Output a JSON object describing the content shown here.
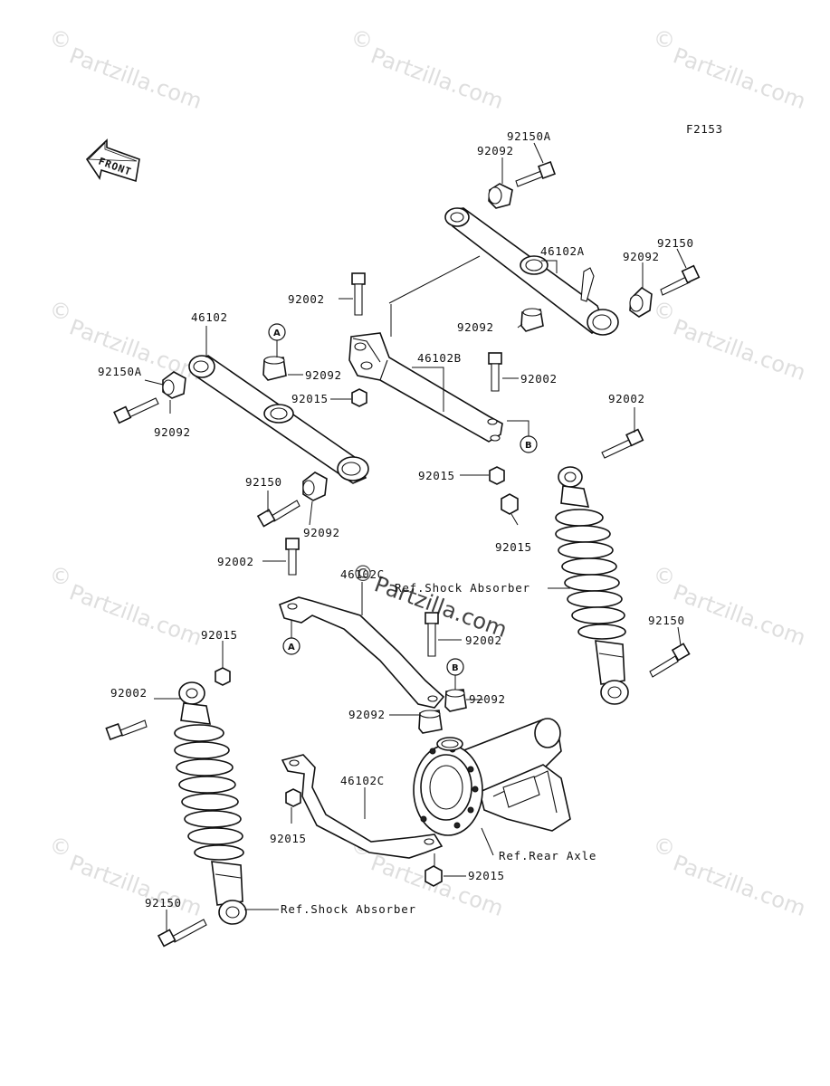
{
  "diagram_id": "F2153",
  "front_label": "FRONT",
  "watermark": {
    "text": "Partzilla.com",
    "copyright": "©"
  },
  "callouts": {
    "a": "A",
    "b": "B"
  },
  "labels": {
    "p92150A_top": "92150A",
    "p92092_top": "92092",
    "p46102A": "46102A",
    "p92150_tr": "92150",
    "p92092_tr": "92092",
    "p92002_a": "92002",
    "p92092_mid": "92092",
    "p46102": "46102",
    "p46102B": "46102B",
    "p92092_ml": "92092",
    "p92002_b": "92002",
    "p92150A_left": "92150A",
    "p92015_a": "92015",
    "p92092_left": "92092",
    "p92002_c": "92002",
    "p92015_b": "92015",
    "p92150_ml": "92150",
    "p92092_lower": "92092",
    "p92015_c": "92015",
    "p92002_d": "92002",
    "p46102C_top": "46102C",
    "p92002_e": "92002",
    "p92150_r": "92150",
    "p92015_d": "92015",
    "p92092_l2": "92092",
    "p92092_r2": "92092",
    "p92002_f": "92002",
    "p46102C_bot": "46102C",
    "p92015_e": "92015",
    "p92015_f": "92015",
    "p92150_bl": "92150"
  },
  "refs": {
    "shock_upper": "Ref.Shock Absorber",
    "rear_axle": "Ref.Rear Axle",
    "shock_lower": "Ref.Shock Absorber"
  }
}
